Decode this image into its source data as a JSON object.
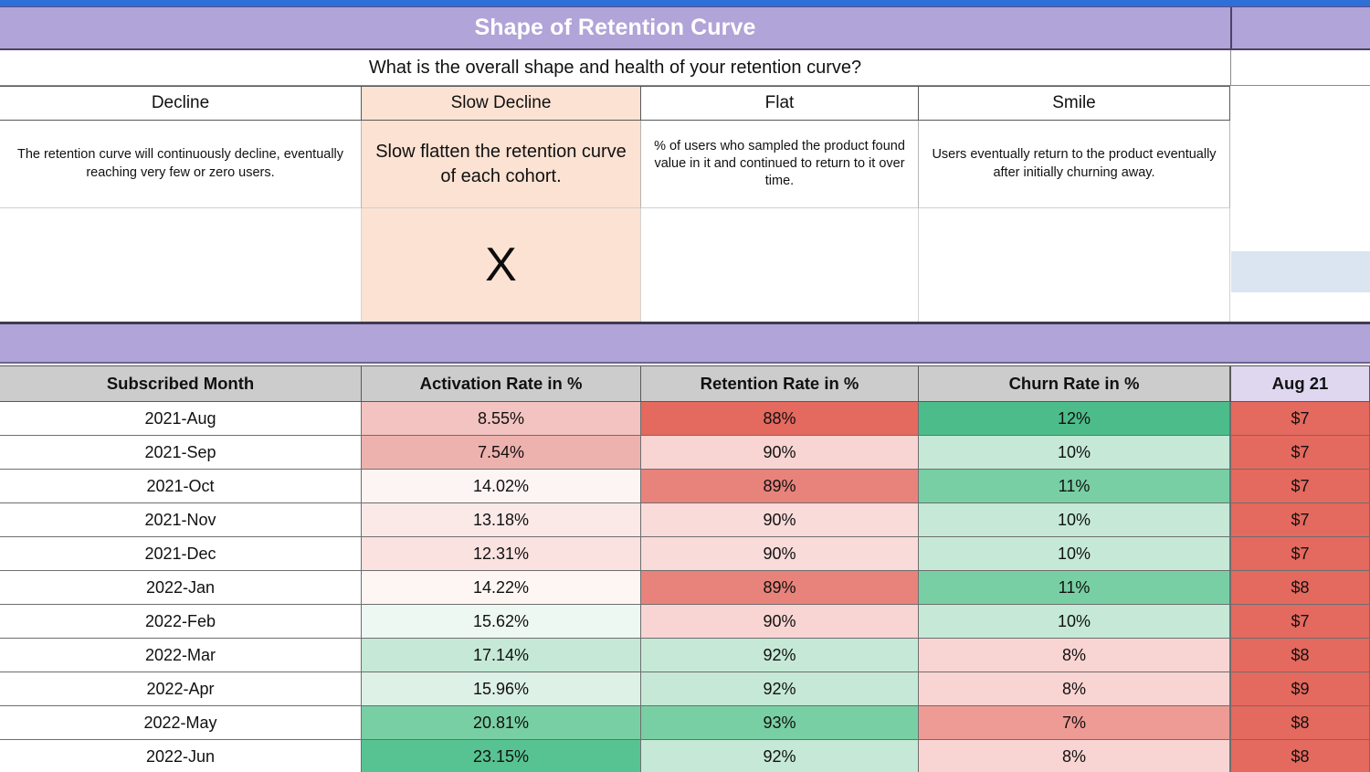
{
  "header": {
    "title": "Shape of Retention Curve",
    "question": "What is the overall shape and health of your retention curve?"
  },
  "shapes": [
    {
      "label": "Decline",
      "description": "The retention curve will continuously decline, eventually reaching very few or zero users.",
      "selected": false,
      "mark": "",
      "text_size": "small"
    },
    {
      "label": "Slow Decline",
      "description": "Slow flatten the retention curve of each cohort.",
      "selected": true,
      "mark": "X",
      "text_size": "big"
    },
    {
      "label": "Flat",
      "description": "% of users who sampled the product found value in it and continued to return to it over time.",
      "selected": false,
      "mark": "",
      "text_size": "small"
    },
    {
      "label": "Smile",
      "description": "Users eventually return to the product eventually after initially churning away.",
      "selected": false,
      "mark": "",
      "text_size": "small"
    }
  ],
  "table": {
    "columns": [
      "Subscribed Month",
      "Activation Rate in %",
      "Retention Rate in %",
      "Churn Rate in %",
      "Aug 21"
    ],
    "rows": [
      {
        "month": "2021-Aug",
        "activation": "8.55%",
        "retention": "88%",
        "churn": "12%",
        "aug21": "$7"
      },
      {
        "month": "2021-Sep",
        "activation": "7.54%",
        "retention": "90%",
        "churn": "10%",
        "aug21": "$7"
      },
      {
        "month": "2021-Oct",
        "activation": "14.02%",
        "retention": "89%",
        "churn": "11%",
        "aug21": "$7"
      },
      {
        "month": "2021-Nov",
        "activation": "13.18%",
        "retention": "90%",
        "churn": "10%",
        "aug21": "$7"
      },
      {
        "month": "2021-Dec",
        "activation": "12.31%",
        "retention": "90%",
        "churn": "10%",
        "aug21": "$7"
      },
      {
        "month": "2022-Jan",
        "activation": "14.22%",
        "retention": "89%",
        "churn": "11%",
        "aug21": "$8"
      },
      {
        "month": "2022-Feb",
        "activation": "15.62%",
        "retention": "90%",
        "churn": "10%",
        "aug21": "$7"
      },
      {
        "month": "2022-Mar",
        "activation": "17.14%",
        "retention": "92%",
        "churn": "8%",
        "aug21": "$8"
      },
      {
        "month": "2022-Apr",
        "activation": "15.96%",
        "retention": "92%",
        "churn": "8%",
        "aug21": "$9"
      },
      {
        "month": "2022-May",
        "activation": "20.81%",
        "retention": "93%",
        "churn": "7%",
        "aug21": "$8"
      },
      {
        "month": "2022-Jun",
        "activation": "23.15%",
        "retention": "92%",
        "churn": "8%",
        "aug21": "$8"
      }
    ],
    "cell_colors": {
      "activation": [
        "#f2c3c0",
        "#eeb2ae",
        "#fdf5f3",
        "#fbe9e8",
        "#fae2e0",
        "#fdf6f3",
        "#eef8f3",
        "#c5e9d6",
        "#ddf1e6",
        "#79cfa4",
        "#58c392"
      ],
      "retention": [
        "#e4695e",
        "#f8d4d2",
        "#e8837b",
        "#f9dbd9",
        "#f9dbd9",
        "#e8837b",
        "#f8d4d2",
        "#c5e9d6",
        "#c5e9d6",
        "#79cfa4",
        "#c5e9d6"
      ],
      "churn": [
        "#4cbd8a",
        "#c5e9d6",
        "#79cfa4",
        "#c5e9d6",
        "#c5e9d6",
        "#79cfa4",
        "#c5e9d6",
        "#f8d4d2",
        "#f8d4d2",
        "#ee9b95",
        "#f8d4d2"
      ],
      "aug21": [
        "#e4695e",
        "#e4695e",
        "#e4695e",
        "#e4695e",
        "#e4695e",
        "#e4695e",
        "#e4695e",
        "#e4695e",
        "#e4695e",
        "#e4695e",
        "#e4695e"
      ]
    }
  },
  "colors": {
    "top_rule": "#2f6fd8",
    "banner": "#b0a4d8",
    "selected_shape": "#fbe2d2",
    "header_grey": "#cccccc",
    "last_col_header": "#ded7ef",
    "blue_box": "#dbe5f1"
  }
}
